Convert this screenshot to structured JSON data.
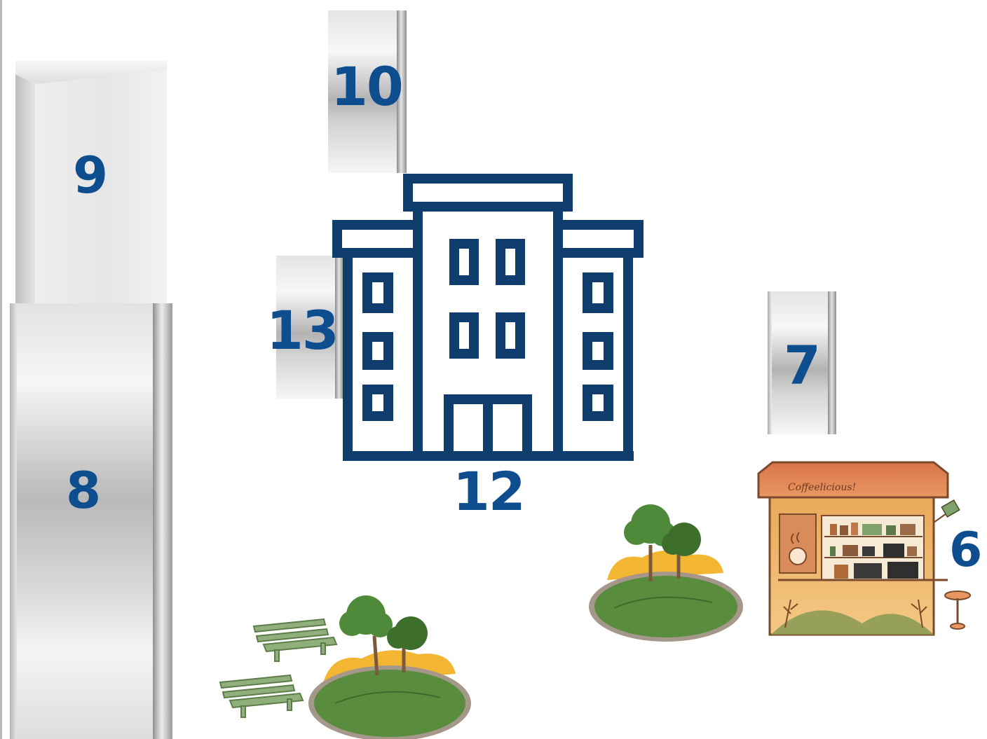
{
  "labels": {
    "block_9": "9",
    "block_8": "8",
    "block_10": "10",
    "block_13": "13",
    "block_7": "7",
    "building_12": "12",
    "kiosk_6": "6"
  },
  "kiosk": {
    "sign_text": "Coffeelicious!"
  },
  "colors": {
    "label": "#0e4e8f",
    "building_outline": "#0f3e6e",
    "tree_foliage": "#4f8a3a",
    "lawn": "#5a8c3e",
    "bench": "#7fa16a",
    "kiosk_body": "#e9a85a"
  },
  "icons": [
    "office-building-icon",
    "coffee-kiosk-icon",
    "park-tree-icon",
    "bench-icon"
  ]
}
